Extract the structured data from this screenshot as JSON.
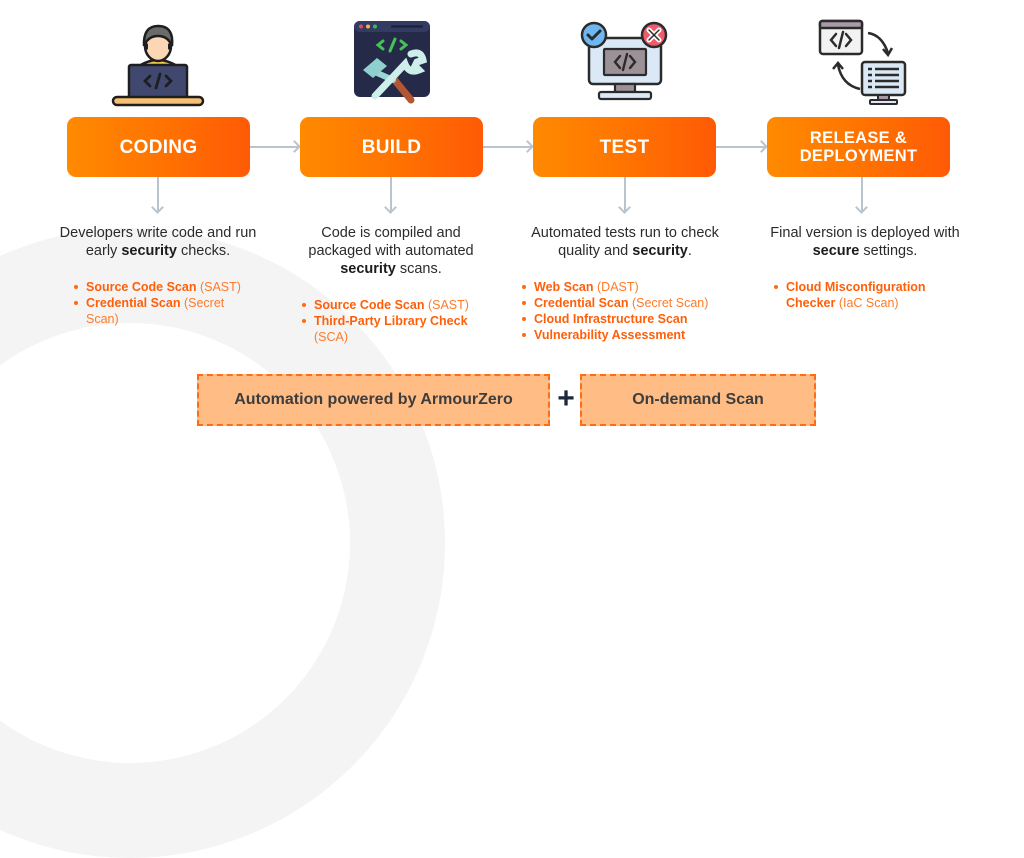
{
  "stages": [
    {
      "title": "CODING",
      "icon": "developer-laptop-icon",
      "description": {
        "before": "Developers write code and run early ",
        "bold": "security",
        "after": " checks."
      },
      "items": [
        {
          "name": "Source Code Scan",
          "note": "(SAST)"
        },
        {
          "name": "Credential Scan",
          "note": "(Secret Scan)"
        }
      ]
    },
    {
      "title": "BUILD",
      "icon": "build-tools-icon",
      "description": {
        "before": "Code is compiled and packaged with automated ",
        "bold": "security",
        "after": " scans."
      },
      "items": [
        {
          "name": "Source Code Scan",
          "note": "(SAST)"
        },
        {
          "name": "Third-Party Library Check",
          "note": "(SCA)"
        }
      ]
    },
    {
      "title": "TEST",
      "icon": "test-monitor-icon",
      "description": {
        "before": "Automated tests run to check quality and ",
        "bold": "security",
        "after": "."
      },
      "items": [
        {
          "name": "Web Scan",
          "note": "(DAST)"
        },
        {
          "name": "Credential Scan",
          "note": "(Secret Scan)"
        },
        {
          "name": "Cloud Infrastructure Scan",
          "note": ""
        },
        {
          "name": "Vulnerability Assessment",
          "note": ""
        }
      ]
    },
    {
      "title_line1": "RELEASE &",
      "title_line2": "DEPLOYMENT",
      "icon": "deployment-cycle-icon",
      "description": {
        "before": "Final version is deployed with ",
        "bold": "secure",
        "after": " settings."
      },
      "items": [
        {
          "name": "Cloud Misconfiguration Checker",
          "note": "(IaC Scan)"
        }
      ]
    }
  ],
  "footer": {
    "automation_label": "Automation powered by ArmourZero",
    "plus": "+",
    "ondemand_label": "On-demand Scan"
  },
  "colors": {
    "accent_orange": "#ff6a13",
    "box_gradient_start": "#ff8a00",
    "box_gradient_end": "#ff5a06",
    "footer_box_fill": "#ffbd85",
    "connector": "#b9c4cd"
  }
}
